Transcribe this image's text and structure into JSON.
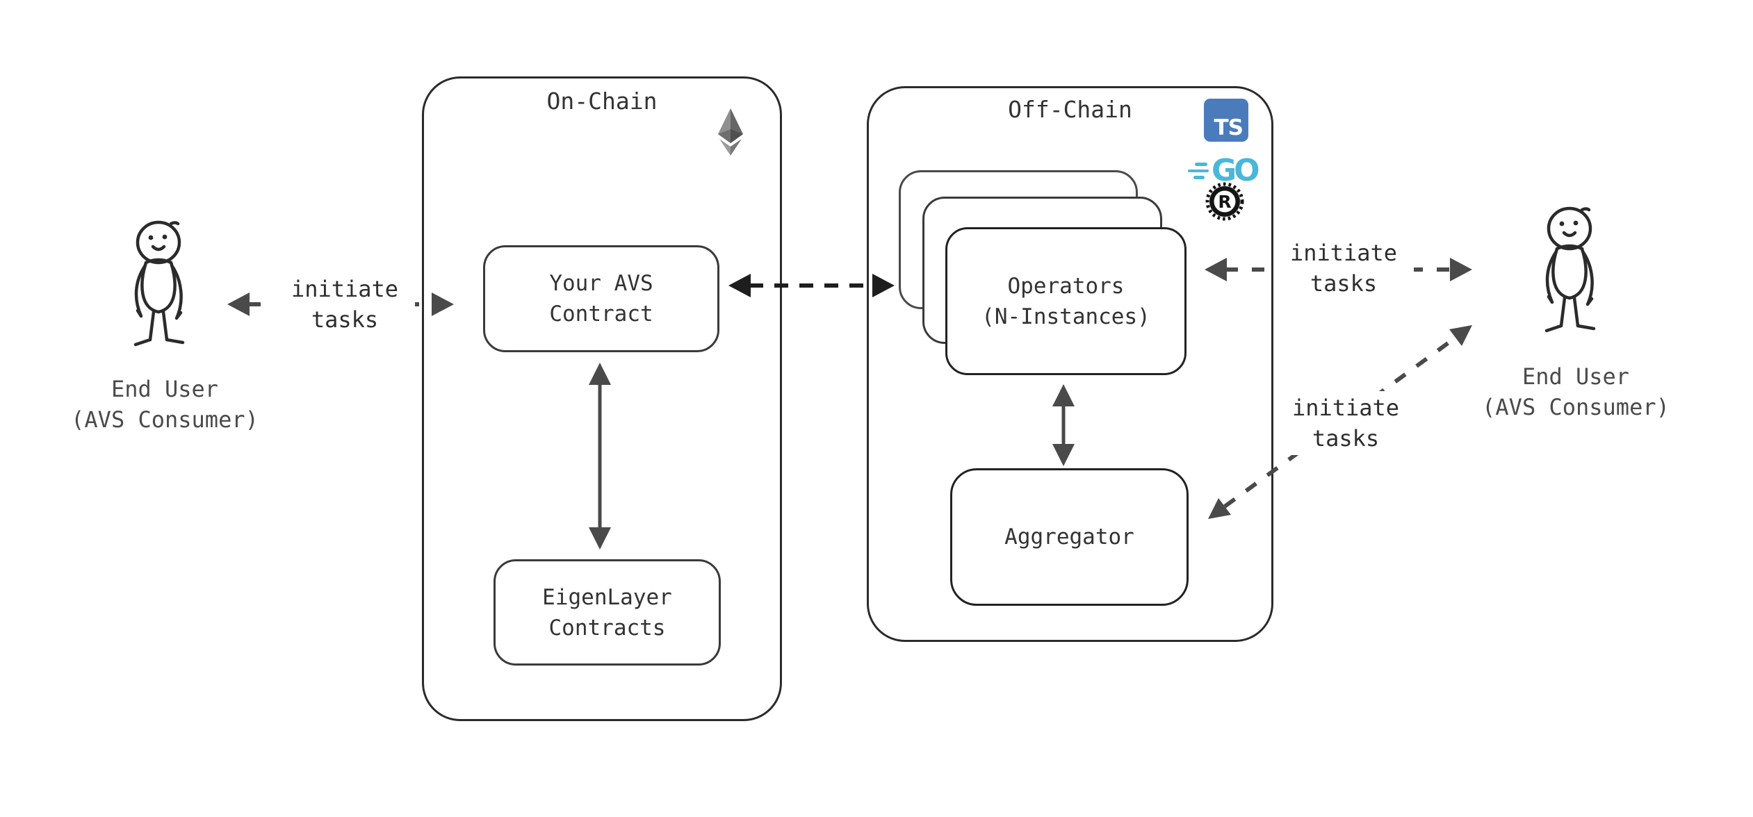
{
  "colors": {
    "background": "#ffffff",
    "ink": "#2b2b2b",
    "text": "#333333",
    "muted_text": "#4a4a4a",
    "arrow_gray": "#4a4a4a",
    "arrow_dark": "#1e1e1e",
    "typescript_blue": "#4a7cbc",
    "go_cyan": "#4ab7d8",
    "rust_black": "#141414"
  },
  "users": {
    "left": {
      "label": "End User\n(AVS Consumer)"
    },
    "right": {
      "label": "End User\n(AVS Consumer)"
    }
  },
  "containers": {
    "on_chain": {
      "title": "On-Chain"
    },
    "off_chain": {
      "title": "Off-Chain"
    }
  },
  "nodes": {
    "your_avs_contract": {
      "label": "Your AVS\nContract"
    },
    "eigenlayer_contracts": {
      "label": "EigenLayer\nContracts"
    },
    "operators": {
      "label": "Operators\n(N-Instances)"
    },
    "aggregator": {
      "label": "Aggregator"
    }
  },
  "edge_labels": {
    "user_left_to_avs_contract": "initiate\ntasks",
    "operators_to_user_right": "initiate\ntasks",
    "aggregator_to_user_right": "initiate\ntasks"
  },
  "icons": {
    "typescript": "TS",
    "go": "GO",
    "rust": "R"
  }
}
